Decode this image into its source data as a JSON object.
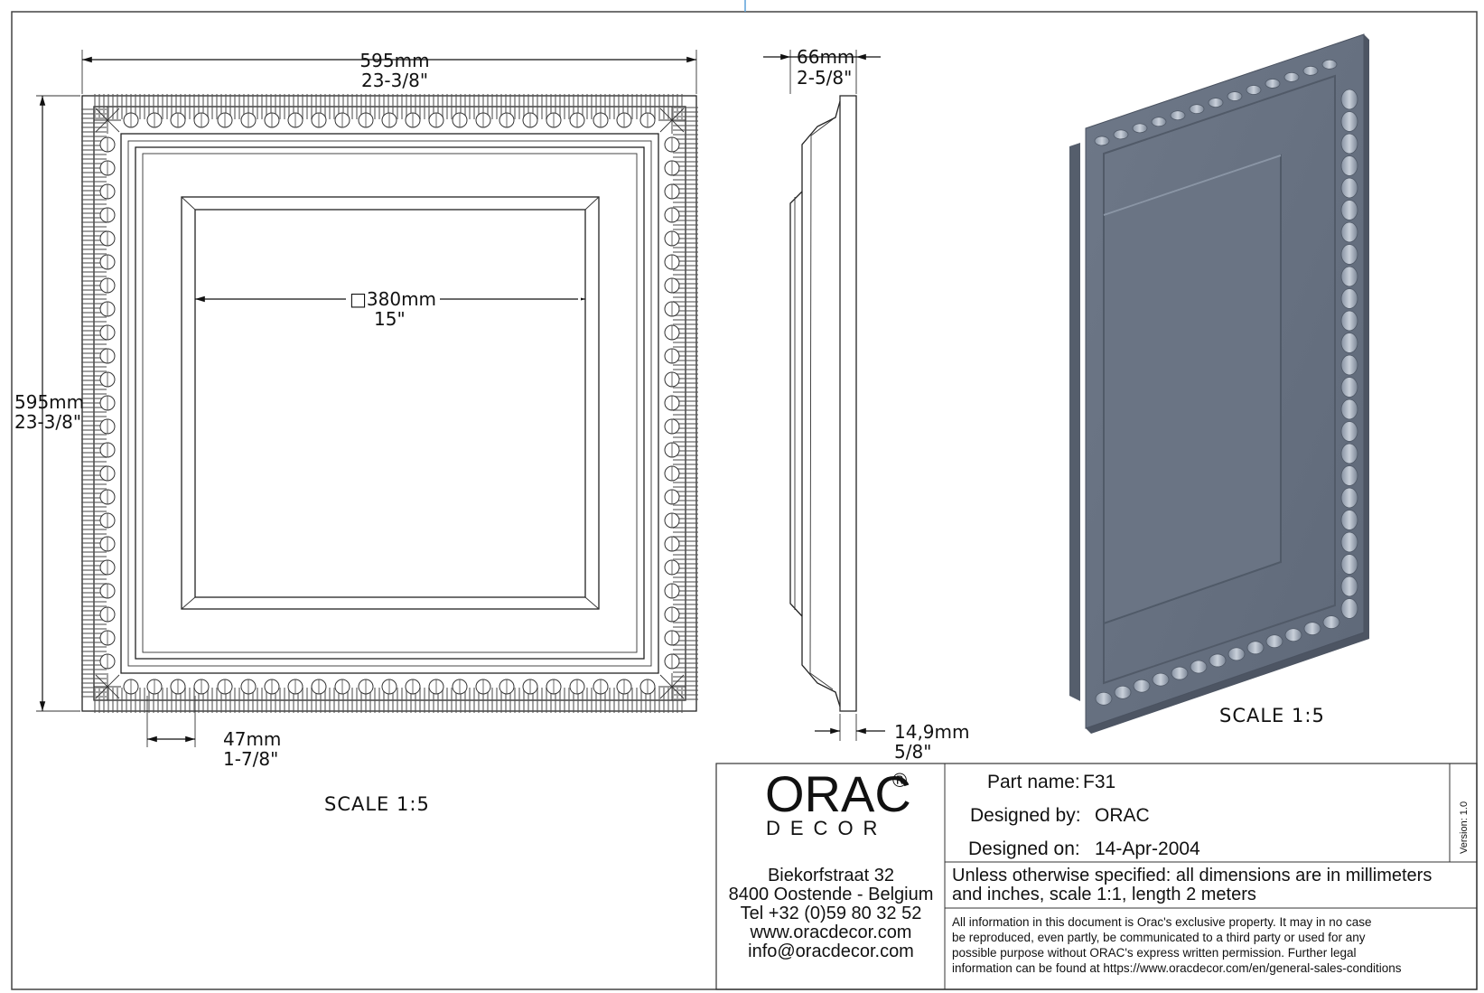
{
  "front_view": {
    "width_mm": "595mm",
    "width_in": "23-3/8\"",
    "height_mm": "595mm",
    "height_in": "23-3/8\"",
    "inner_mm": "□380mm",
    "inner_in": "15\"",
    "border_mm": "47mm",
    "border_in": "1-7/8\"",
    "scale": "SCALE  1:5"
  },
  "side_view": {
    "depth_mm": "66mm",
    "depth_in": "2-5/8\"",
    "edge_mm": "14,9mm",
    "edge_in": "5/8\""
  },
  "iso_view": {
    "scale": "SCALE  1:5",
    "fill_color": "#6b7585"
  },
  "title_block": {
    "logo_main": "ORAC",
    "logo_reg": "®",
    "logo_sub": "DECOR",
    "address": [
      "Biekorfstraat 32",
      "8400 Oostende - Belgium",
      "Tel  +32 (0)59 80 32 52",
      "www.oracdecor.com",
      "info@oracdecor.com"
    ],
    "part_label": "Part name:",
    "part_value": "F31",
    "designed_by_label": "Designed by:",
    "designed_by_value": "ORAC",
    "designed_on_label": "Designed on:",
    "designed_on_value": "14-Apr-2004",
    "version": "Version: 1.0",
    "spec_lines": [
      "Unless otherwise specified: all dimensions are in millimeters",
      "and inches, scale 1:1, length 2 meters"
    ],
    "legal_lines": [
      "All information in this document is Orac's exclusive property.  It may in no case",
      "be reproduced, even partly, be communicated to a third party or used for any",
      "possible purpose without ORAC's express written permission. Further legal",
      "information can be found at https://www.oracdecor.com/en/general-sales-conditions"
    ]
  }
}
